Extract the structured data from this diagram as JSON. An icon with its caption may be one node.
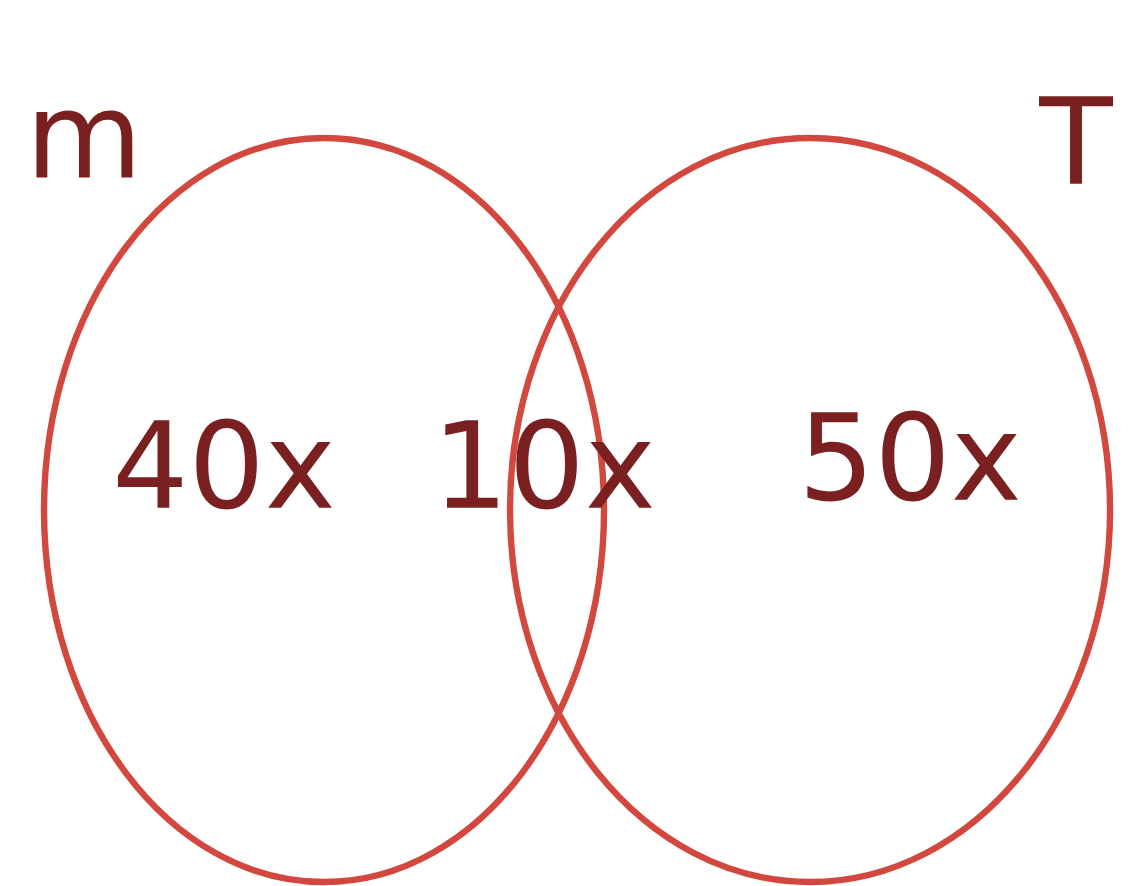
{
  "diagram": {
    "nodes": [
      {
        "text": [
          "m",
          "40x"
        ]
      },
      {
        "text": [
          "T",
          "50x"
        ]
      }
    ],
    "labels": [
      "10x"
    ]
  }
}
